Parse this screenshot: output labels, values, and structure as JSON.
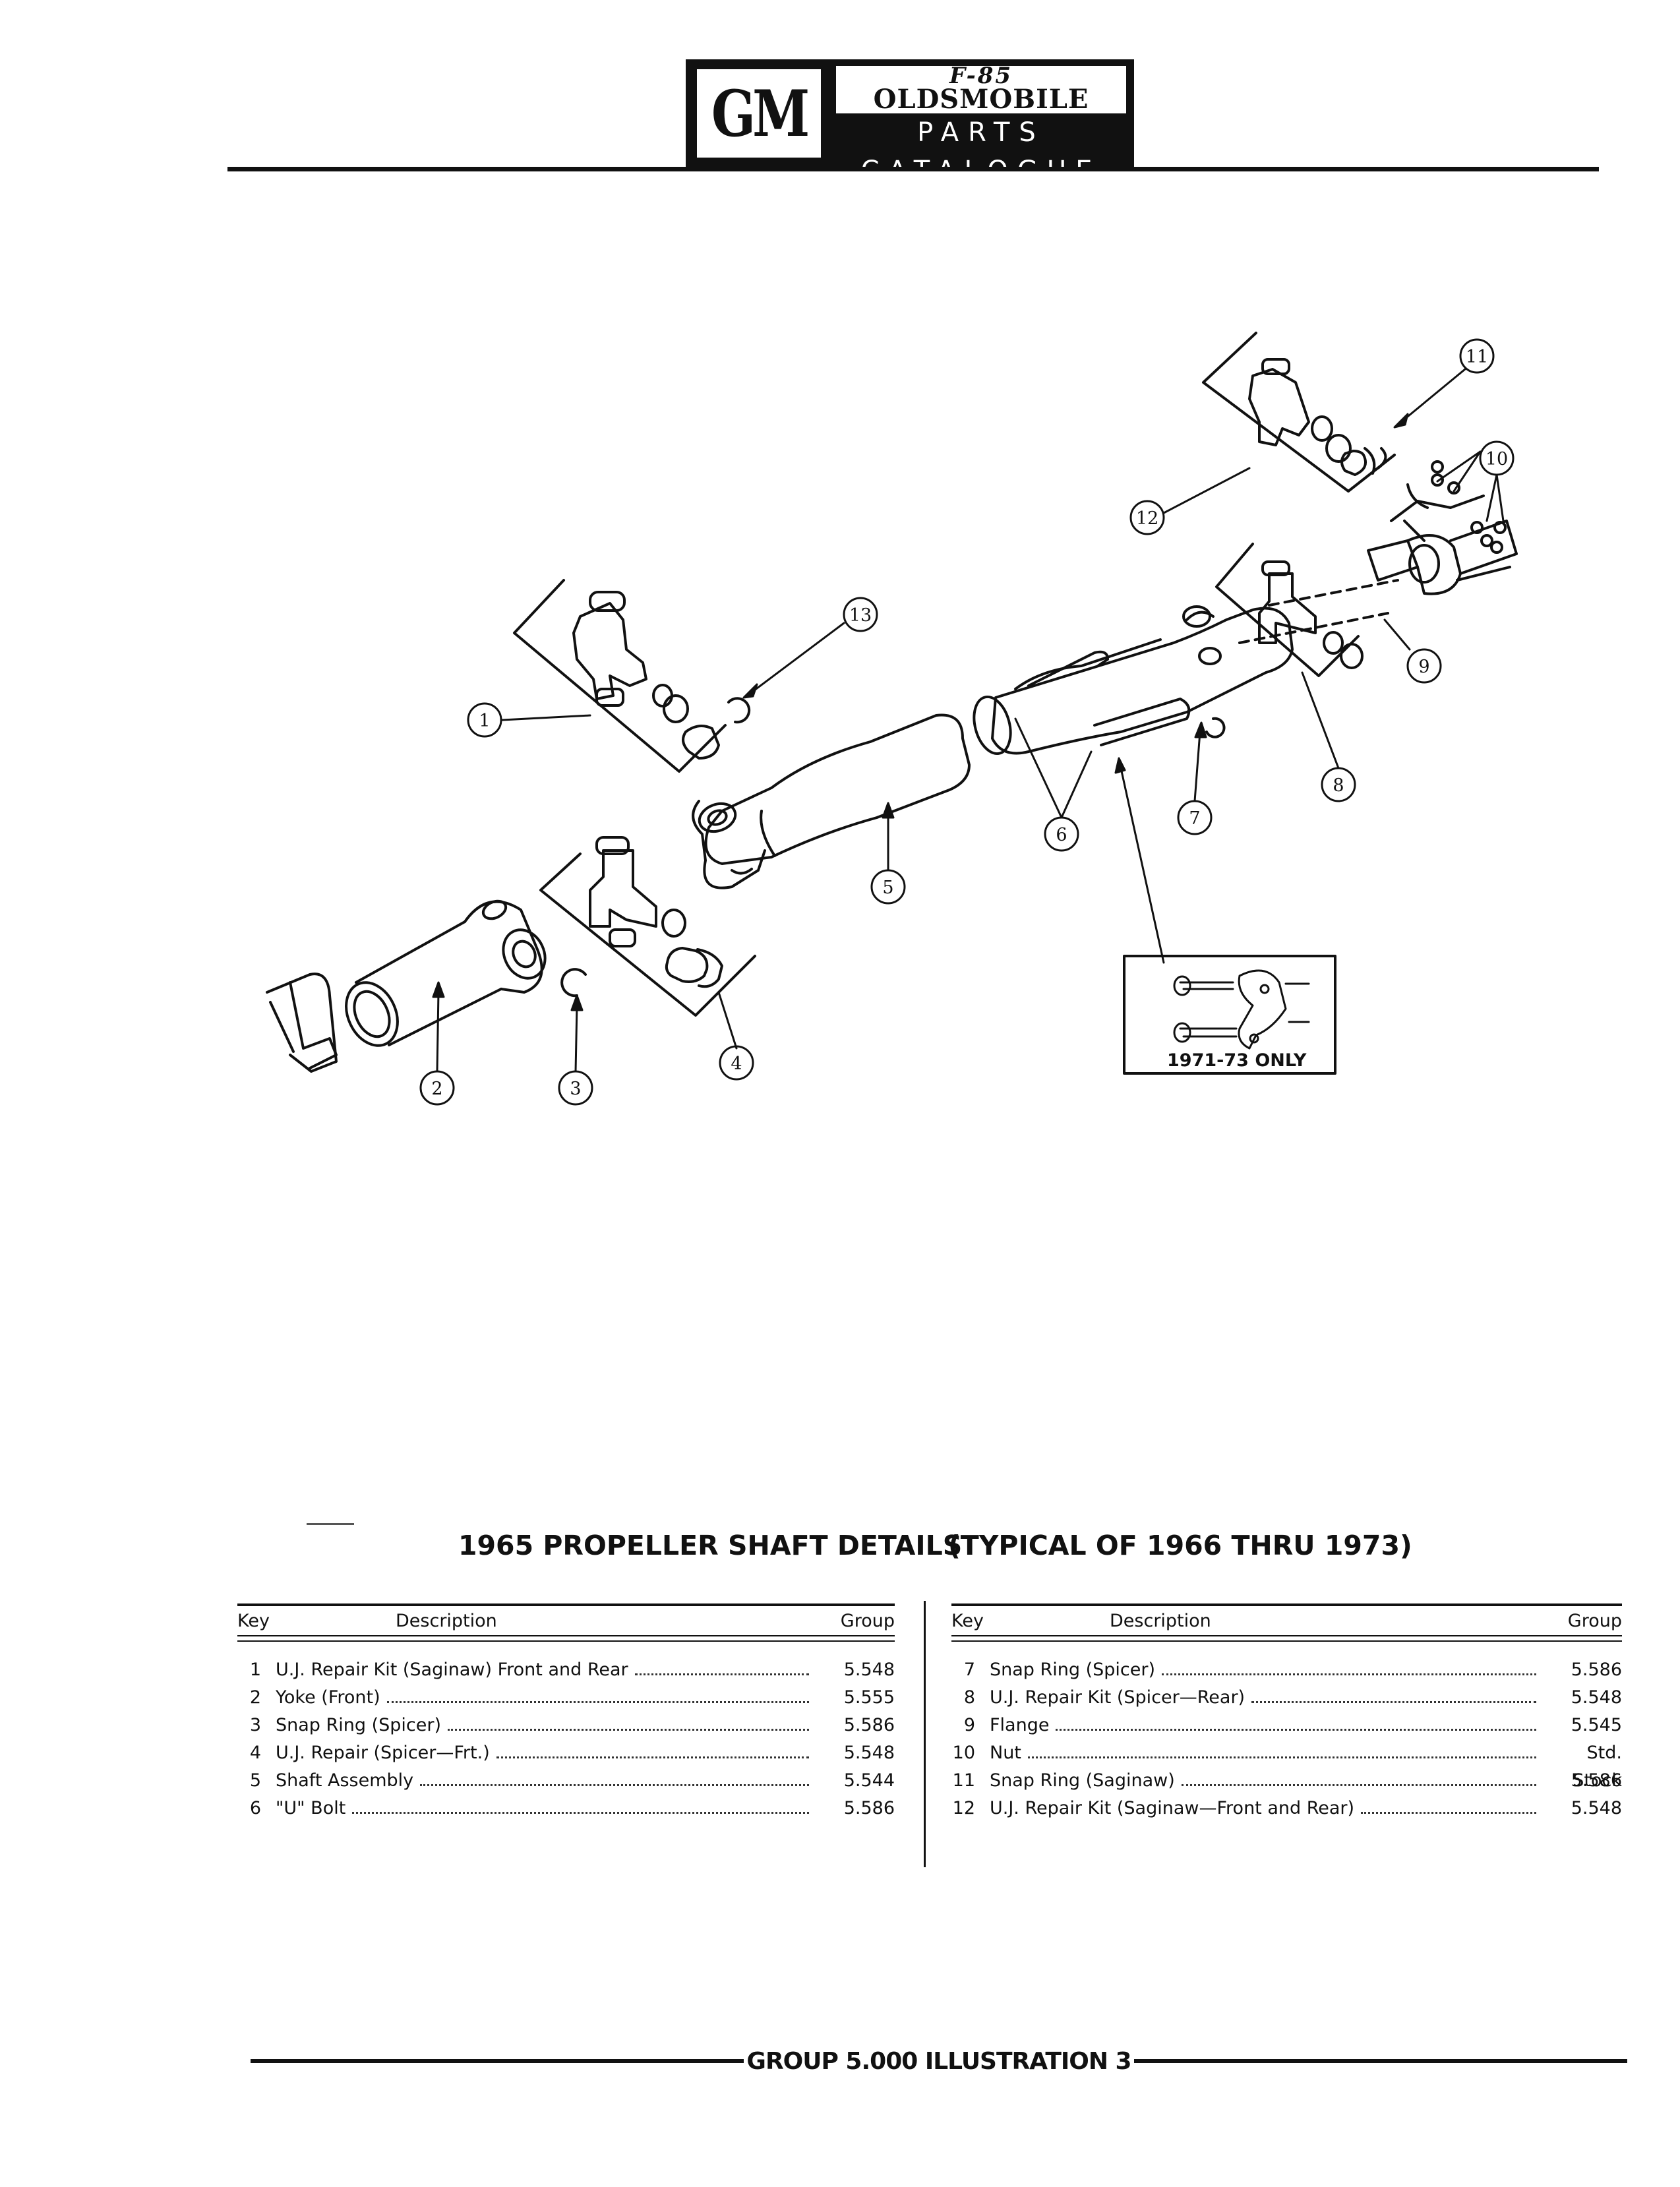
{
  "header": {
    "logo_gm": "GM",
    "logo_model": "F-85",
    "logo_brand": "OLDSMOBILE",
    "logo_catalogue": "PARTS CATALOGUE"
  },
  "diagram": {
    "callouts": [
      "1",
      "2",
      "3",
      "4",
      "5",
      "6",
      "7",
      "8",
      "9",
      "10",
      "11",
      "12",
      "13"
    ],
    "inset_label": "1971-73 ONLY"
  },
  "title": {
    "main": "1965 PROPELLER SHAFT DETAILS",
    "sub": "(TYPICAL OF 1966 THRU 1973)"
  },
  "table": {
    "headers": {
      "key": "Key",
      "description": "Description",
      "group": "Group"
    },
    "left_rows": [
      {
        "key": "1",
        "description": "U.J. Repair Kit (Saginaw) Front and Rear",
        "group": "5.548"
      },
      {
        "key": "2",
        "description": "Yoke (Front)",
        "group": "5.555"
      },
      {
        "key": "3",
        "description": "Snap Ring (Spicer)",
        "group": "5.586"
      },
      {
        "key": "4",
        "description": "U.J. Repair (Spicer—Frt.)",
        "group": "5.548"
      },
      {
        "key": "5",
        "description": "Shaft Assembly",
        "group": "5.544"
      },
      {
        "key": "6",
        "description": "\"U\" Bolt",
        "group": "5.586"
      }
    ],
    "right_rows": [
      {
        "key": "7",
        "description": "Snap Ring (Spicer)",
        "group": "5.586"
      },
      {
        "key": "8",
        "description": "U.J. Repair Kit (Spicer—Rear)",
        "group": "5.548"
      },
      {
        "key": "9",
        "description": "Flange",
        "group": "5.545"
      },
      {
        "key": "10",
        "description": "Nut",
        "group": "Std. Stock"
      },
      {
        "key": "11",
        "description": "Snap Ring (Saginaw)",
        "group": "5.586"
      },
      {
        "key": "12",
        "description": "U.J. Repair Kit (Saginaw—Front and Rear)",
        "group": "5.548"
      }
    ]
  },
  "footer": {
    "text": "GROUP 5.000 ILLUSTRATION 3"
  }
}
